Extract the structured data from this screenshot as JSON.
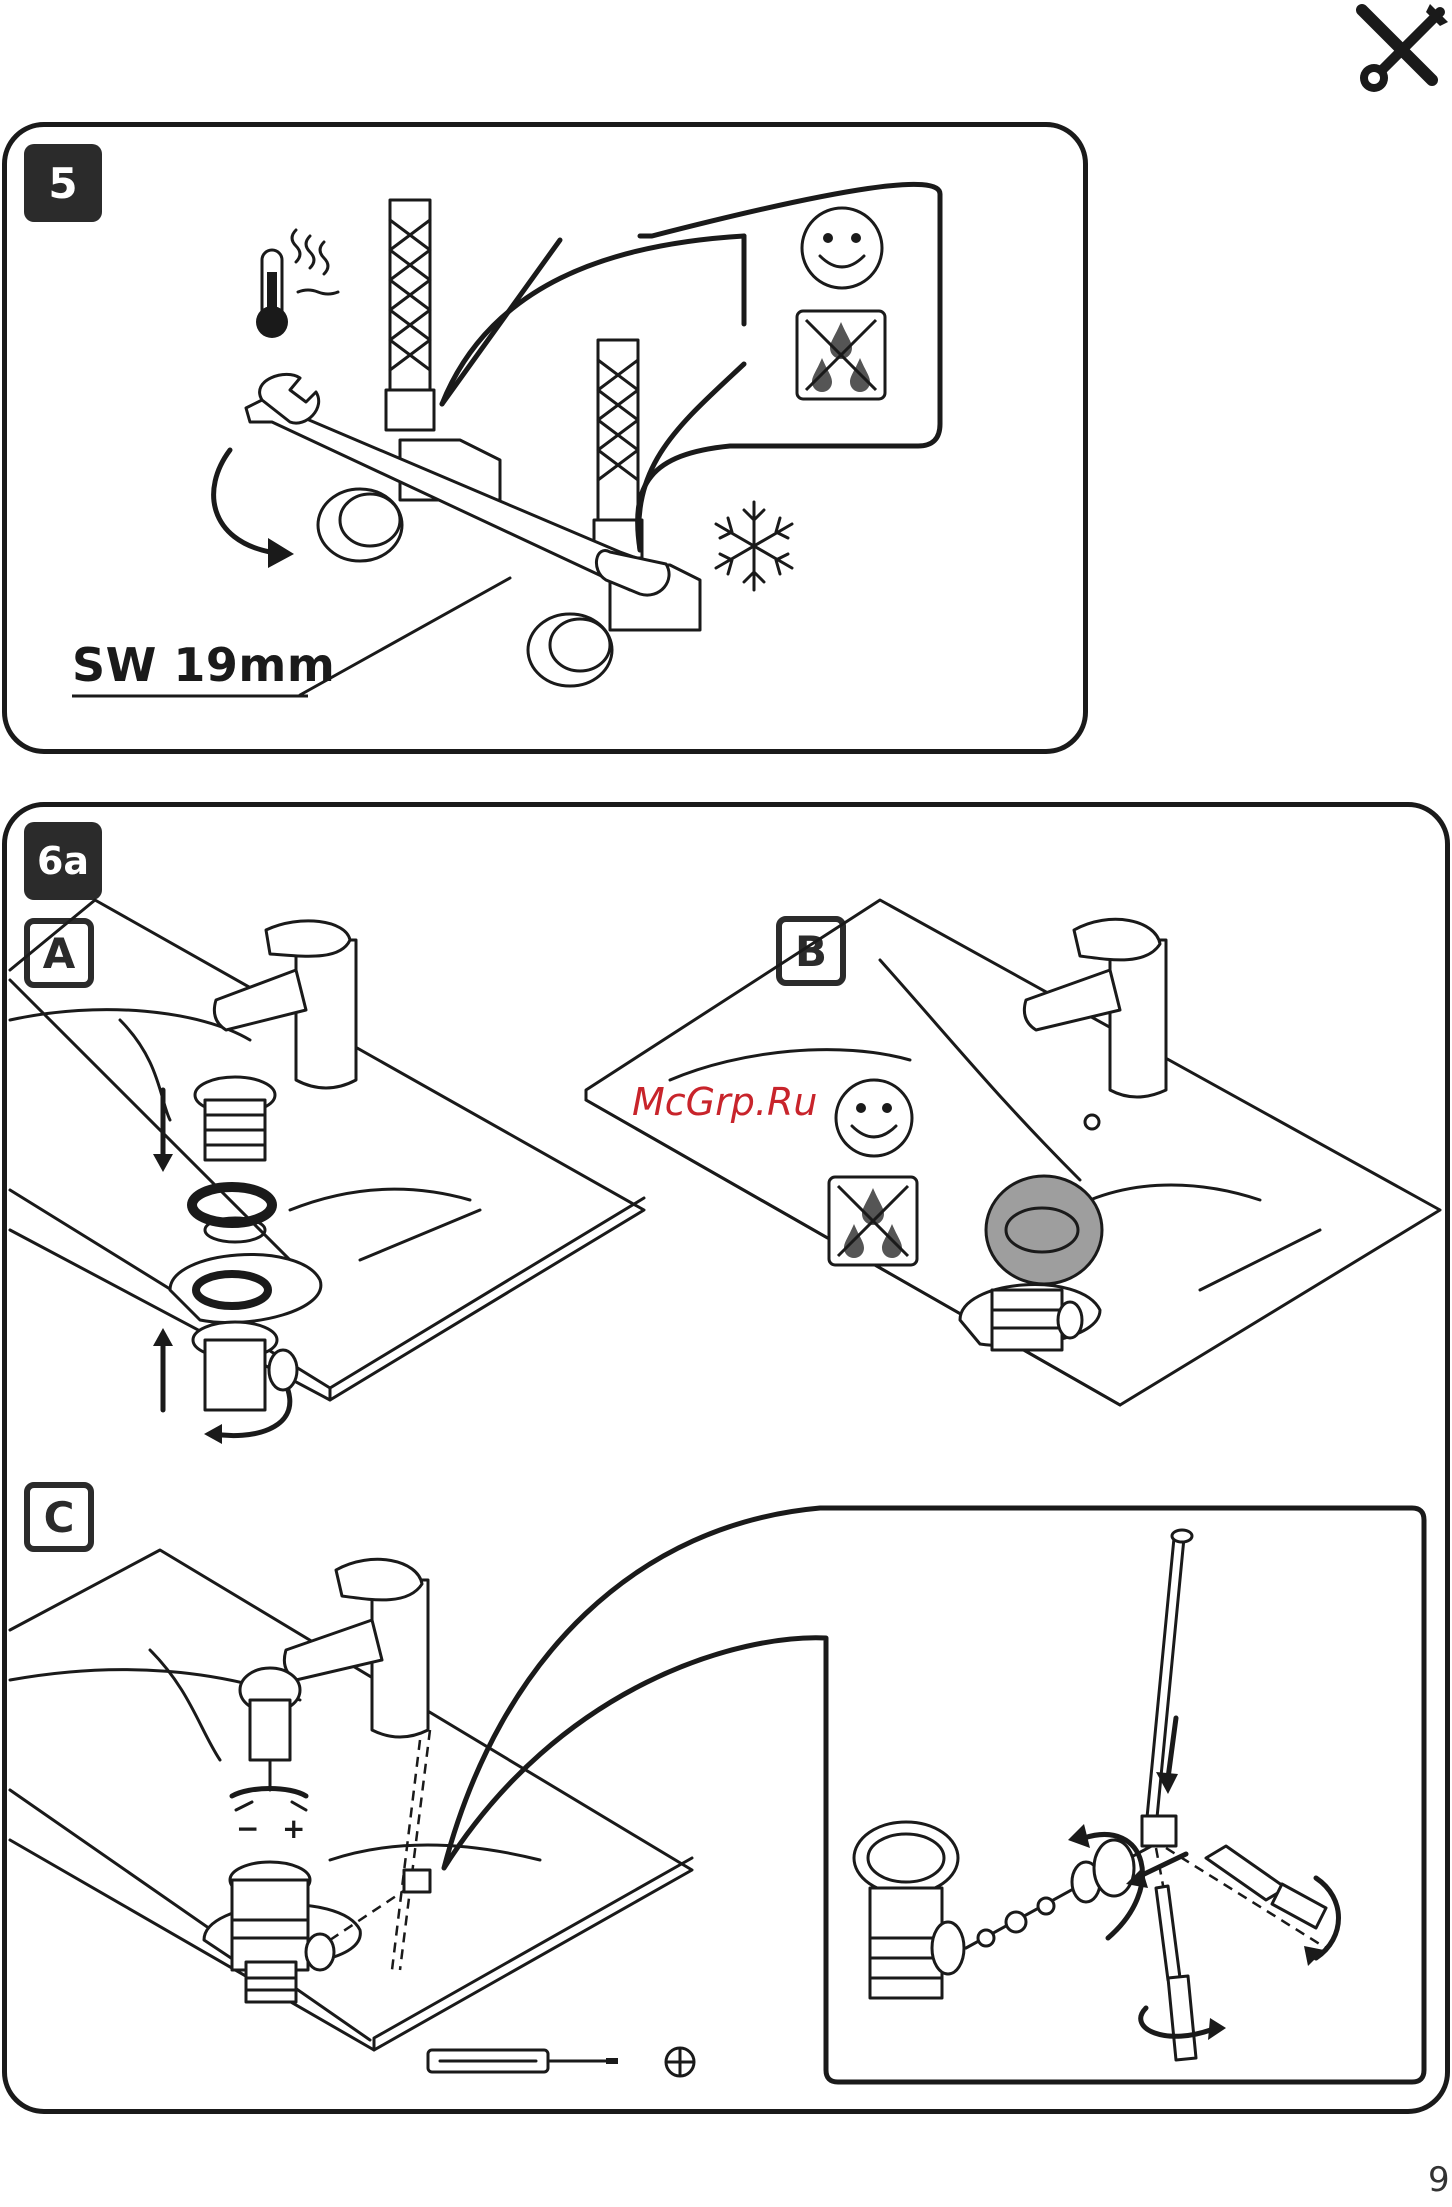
{
  "page": {
    "number": "9"
  },
  "header": {
    "icon": "tools-icon"
  },
  "step5": {
    "badge": "5",
    "wrench_size": "SW 19mm",
    "icons": [
      "thermometer-hot-icon",
      "snowflake-icon",
      "smiley-icon",
      "no-drip-icon"
    ]
  },
  "step6a": {
    "badge": "6a",
    "subpanels": [
      {
        "label": "A"
      },
      {
        "label": "B"
      },
      {
        "label": "C"
      }
    ],
    "adjust_minus": "−",
    "adjust_plus": "+",
    "icons": [
      "smiley-icon",
      "no-drip-icon",
      "phillips-screwdriver-icon"
    ]
  },
  "watermark": "McGrp.Ru",
  "colors": {
    "ink": "#1a1a1a",
    "badge": "#2b2b2b",
    "watermark": "#c8242b"
  }
}
